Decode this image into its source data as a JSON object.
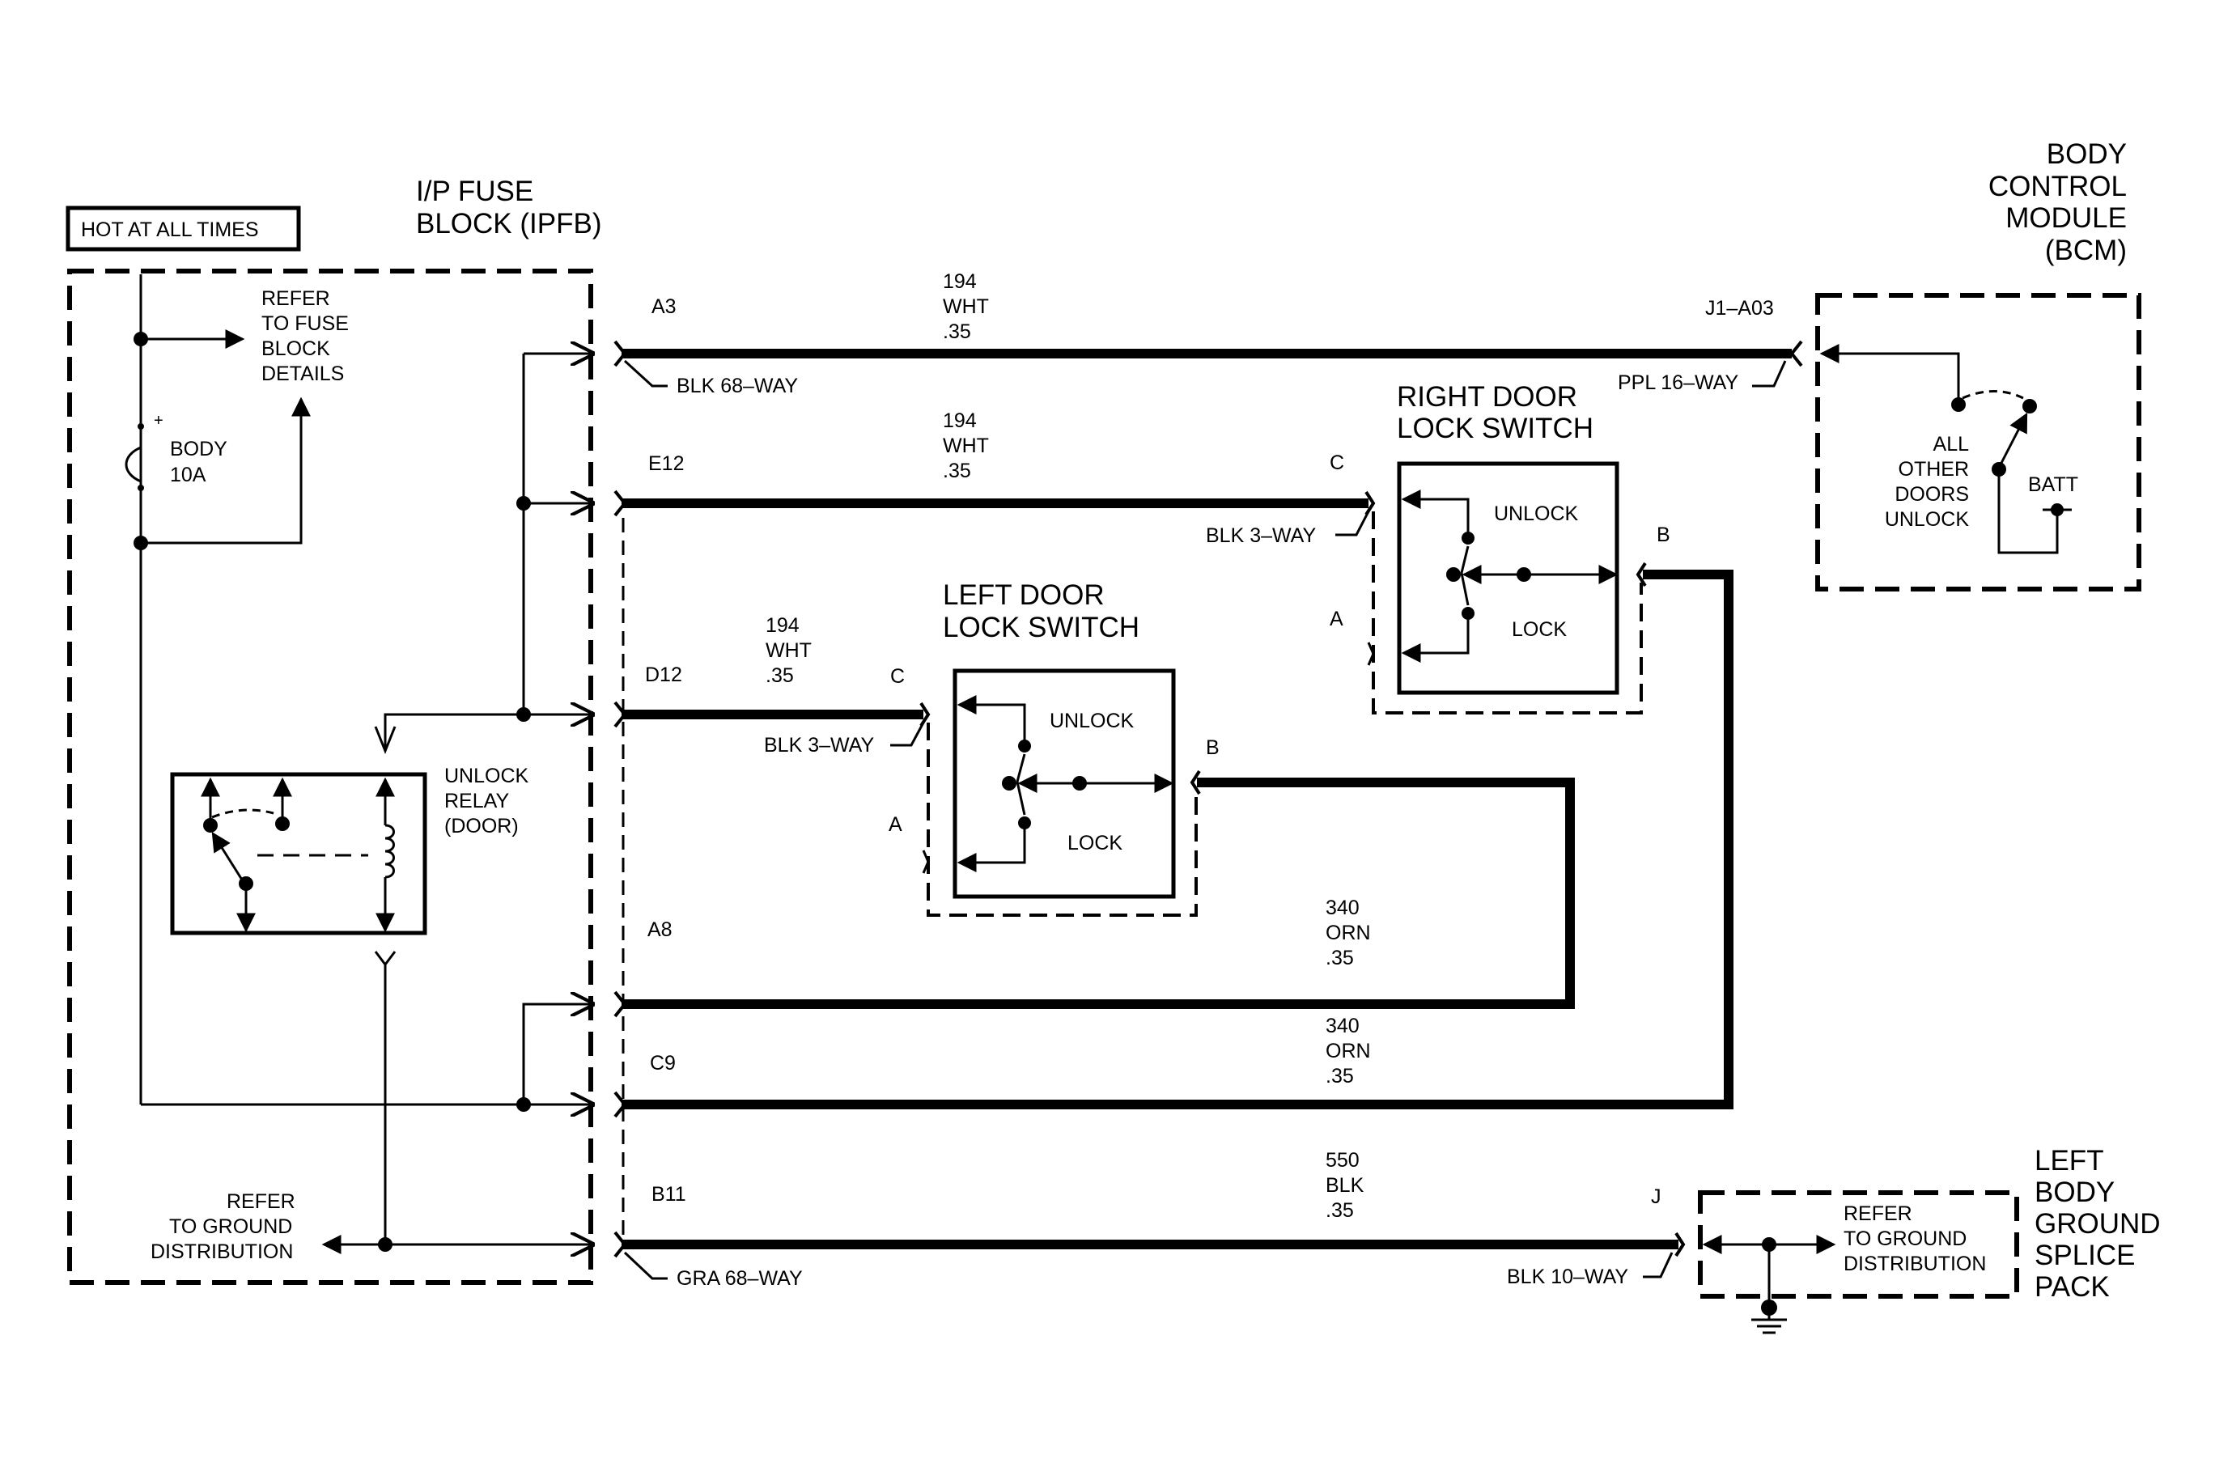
{
  "header_tag": "HOT AT ALL TIMES",
  "ipfb": {
    "title_line1": "I/P FUSE",
    "title_line2": "BLOCK (IPFB)",
    "refer_fuse": [
      "REFER",
      "TO FUSE",
      "BLOCK",
      "DETAILS"
    ],
    "fuse_plus": "+",
    "fuse_name": "BODY",
    "fuse_rating": "10A",
    "relay": [
      "UNLOCK",
      "RELAY",
      "(DOOR)"
    ],
    "refer_ground": [
      "REFER",
      "TO GROUND",
      "DISTRIBUTION"
    ]
  },
  "bcm": {
    "title": [
      "BODY",
      "CONTROL",
      "MODULE",
      "(BCM)"
    ],
    "pin": "J1–A03",
    "connector": "PPL 16–WAY",
    "switch_label": [
      "ALL",
      "OTHER",
      "DOORS",
      "UNLOCK"
    ],
    "batt": "BATT"
  },
  "right_switch": {
    "title": [
      "RIGHT DOOR",
      "LOCK SWITCH"
    ],
    "unlock": "UNLOCK",
    "lock": "LOCK",
    "pin_c": "C",
    "pin_a": "A",
    "pin_b": "B",
    "connector": "BLK 3–WAY"
  },
  "left_switch": {
    "title": [
      "LEFT DOOR",
      "LOCK SWITCH"
    ],
    "unlock": "UNLOCK",
    "lock": "LOCK",
    "pin_c": "C",
    "pin_a": "A",
    "pin_b": "B",
    "connector": "BLK 3–WAY"
  },
  "ground_pack": {
    "title": [
      "LEFT",
      "BODY",
      "GROUND",
      "SPLICE",
      "PACK"
    ],
    "pin": "J",
    "connector": "BLK 10–WAY",
    "refer": [
      "REFER",
      "TO GROUND",
      "DISTRIBUTION"
    ]
  },
  "connectors": {
    "top": "BLK 68–WAY",
    "bottom": "GRA 68–WAY"
  },
  "pins": {
    "a3": "A3",
    "e12": "E12",
    "d12": "D12",
    "a8": "A8",
    "c9": "C9",
    "b11": "B11"
  },
  "wires": [
    {
      "circuit": "194",
      "color": "WHT",
      "size": ".35"
    },
    {
      "circuit": "194",
      "color": "WHT",
      "size": ".35"
    },
    {
      "circuit": "194",
      "color": "WHT",
      "size": ".35"
    },
    {
      "circuit": "340",
      "color": "ORN",
      "size": ".35"
    },
    {
      "circuit": "340",
      "color": "ORN",
      "size": ".35"
    },
    {
      "circuit": "550",
      "color": "BLK",
      "size": ".35"
    }
  ]
}
